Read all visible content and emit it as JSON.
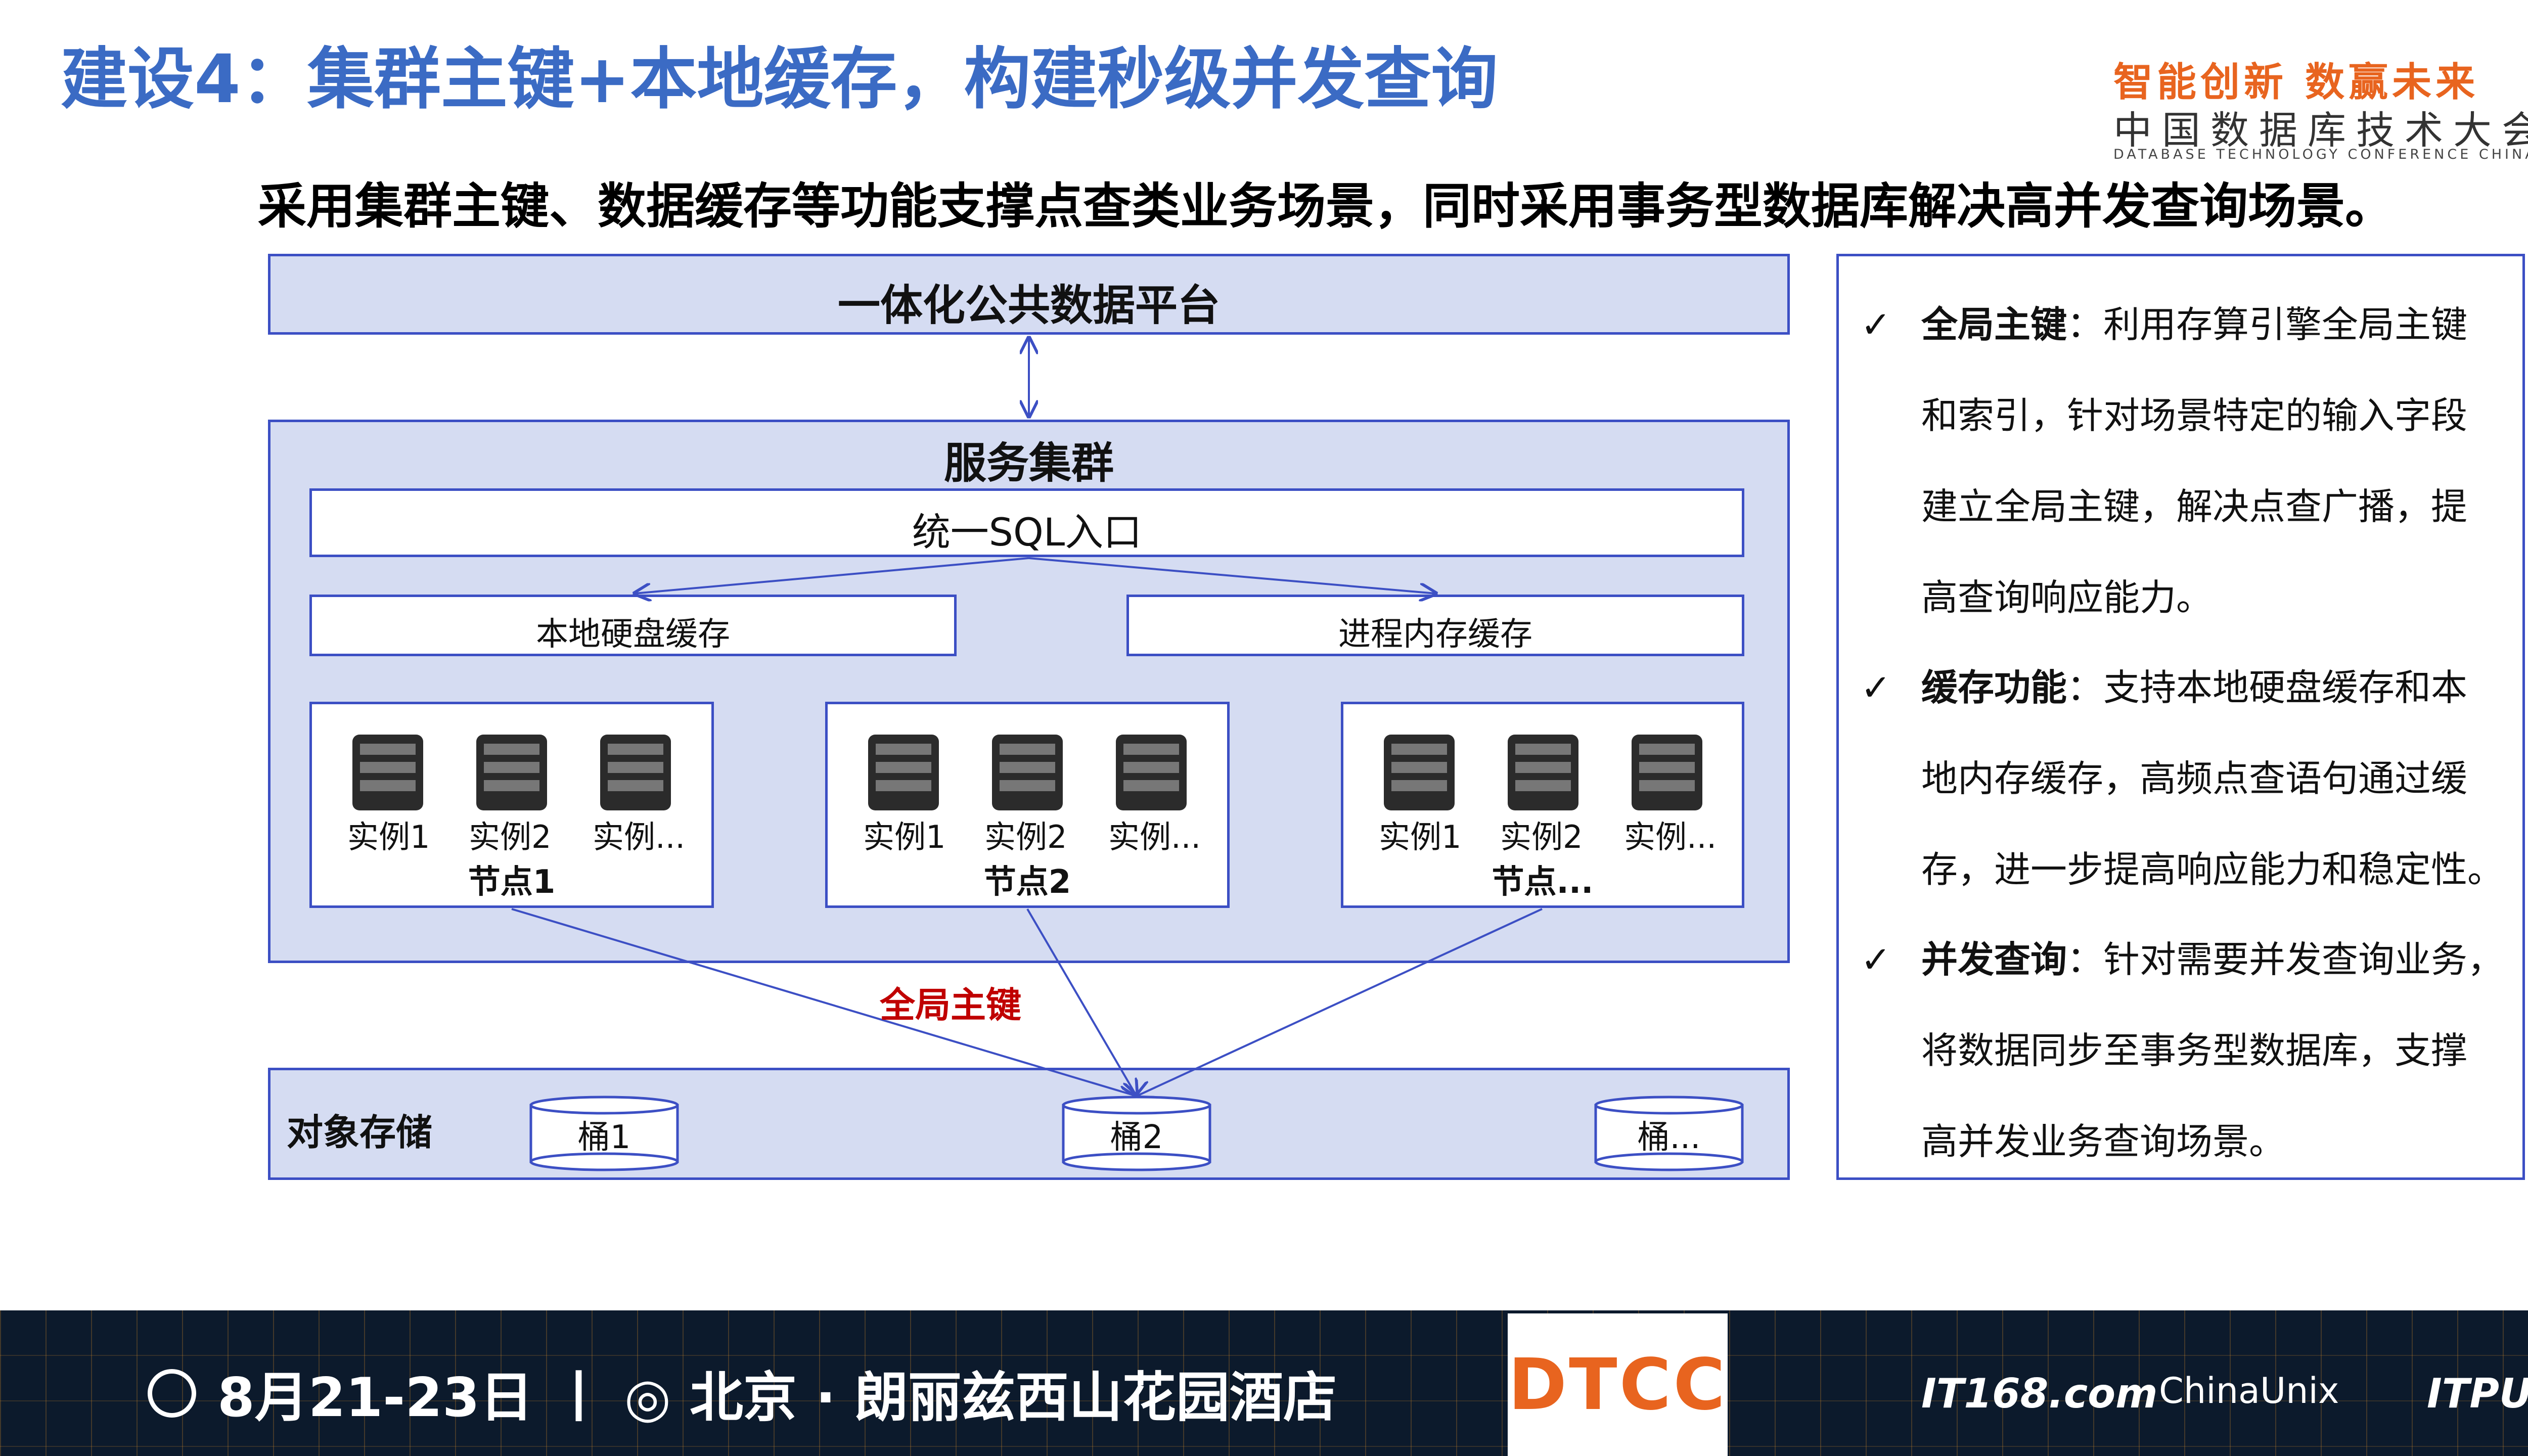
{
  "title": "建设4：集群主键+本地缓存，构建秒级并发查询",
  "logo": {
    "slogan": "智能创新 数赢未来",
    "name": "中国数据库技术大会",
    "english": "DATABASE TECHNOLOGY CONFERENCE CHINA"
  },
  "subtitle": "采用集群主键、数据缓存等功能支撑点查类业务场景，同时采用事务型数据库解决高并发查询场景。",
  "diagram": {
    "platform": "一体化公共数据平台",
    "cluster": "服务集群",
    "sql_entry": "统一SQL入口",
    "local_disk_cache": "本地硬盘缓存",
    "process_memory_cache": "进程内存缓存",
    "nodes": [
      {
        "label": "节点1",
        "instances": [
          "实例1",
          "实例2",
          "实例..."
        ]
      },
      {
        "label": "节点2",
        "instances": [
          "实例1",
          "实例2",
          "实例..."
        ]
      },
      {
        "label": "节点...",
        "instances": [
          "实例1",
          "实例2",
          "实例..."
        ]
      }
    ],
    "global_key": "全局主键",
    "object_storage": "对象存储",
    "buckets": [
      "桶1",
      "桶2",
      "桶..."
    ]
  },
  "features": [
    {
      "title": "全局主键",
      "lines": [
        "：利用存算引擎全局主键",
        "和索引，针对场景特定的输入字段",
        "建立全局主键，解决点查广播，提",
        "高查询响应能力。"
      ]
    },
    {
      "title": "缓存功能",
      "lines": [
        "：支持本地硬盘缓存和本",
        "地内存缓存，高频点查语句通过缓",
        "存，进一步提高响应能力和稳定性。"
      ]
    },
    {
      "title": "并发查询",
      "lines": [
        "：针对需要并发查询业务，",
        "将数据同步至事务型数据库，支撑",
        "高并发业务查询场景。"
      ]
    }
  ],
  "footer": {
    "date_venue": "8月21-23日 丨 ◎ 北京 · 朗丽兹西山花园酒店",
    "brand": "DTCC",
    "partners": [
      "IT168.com",
      "ChinaUnix",
      "ITPUB"
    ]
  },
  "colors": {
    "title": "#3b6bc4",
    "box_border": "#3c4fc4",
    "box_fill": "#d5dcf2",
    "global_key": "#c00000",
    "accent": "#e8641f"
  }
}
